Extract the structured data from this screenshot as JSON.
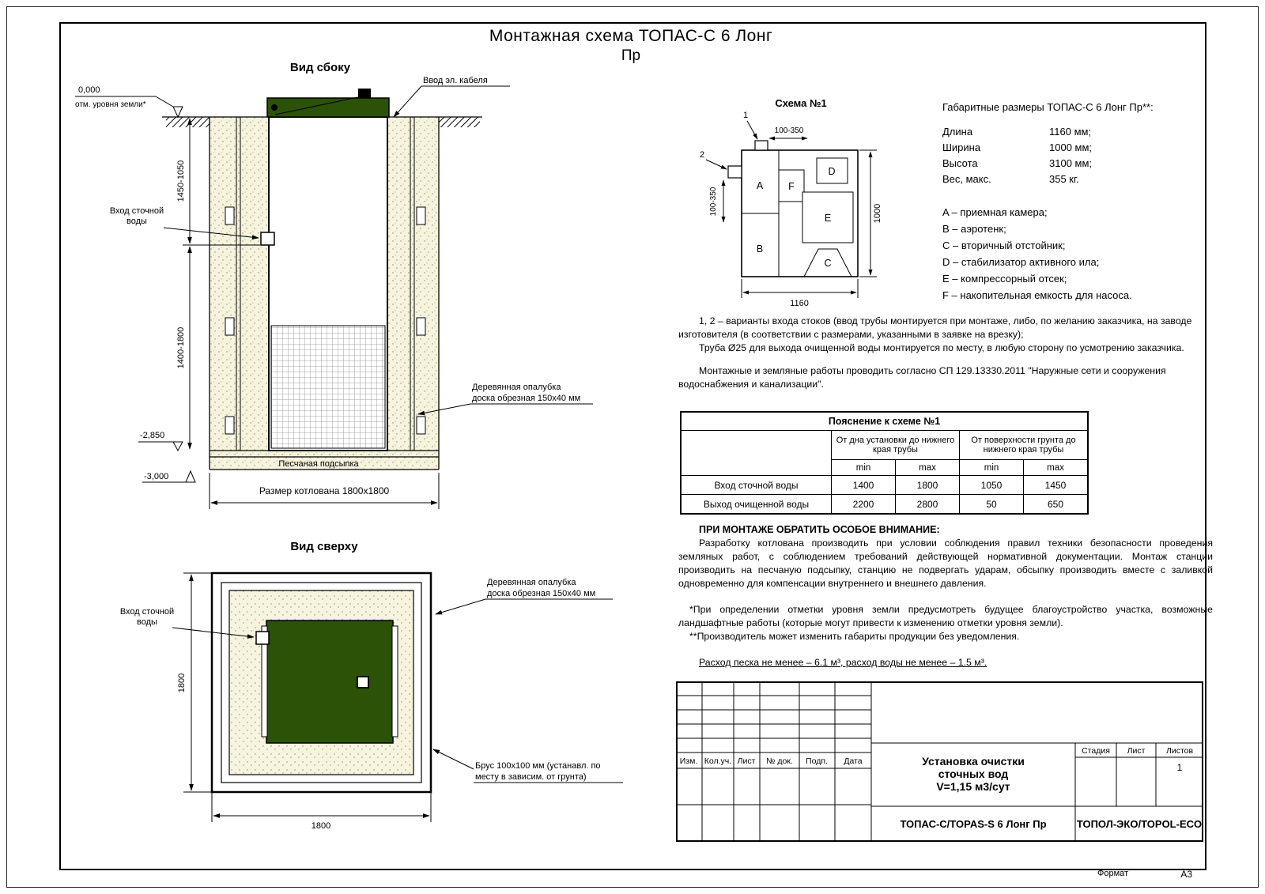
{
  "colors": {
    "lid_green": "#2b5206",
    "sand_fill": "#f6f3de"
  },
  "title": {
    "line1": "Монтажная схема ТОПАС-С 6 Лонг",
    "line2": "Пр"
  },
  "side_view": {
    "title": "Вид сбоку",
    "labels": {
      "cable": "Ввод эл. кабеля",
      "elev0": "0,000",
      "elev0_note": "отм. уровня земли*",
      "dim_upper": "1450-1050",
      "dim_lower": "1400-1800",
      "inlet1": "Вход сточной",
      "inlet2": "воды",
      "formwork1": "Деревянная опалубка",
      "formwork2": "доска обрезная 150х40 мм",
      "sand": "Песчаная подсыпка",
      "elev285": "-2,850",
      "elev300": "-3,000",
      "pit": "Размер котлована 1800х1800"
    }
  },
  "top_view": {
    "title": "Вид сверху",
    "labels": {
      "inlet1": "Вход сточной",
      "inlet2": "воды",
      "formwork1": "Деревянная опалубка",
      "formwork2": "доска обрезная 150х40 мм",
      "beam1": "Брус 100х100 мм (устанавл. по",
      "beam2": "месту в зависим. от грунта)",
      "dim_left": "1800",
      "dim_bottom": "1800"
    }
  },
  "schema1": {
    "title": "Схема №1",
    "n1": "1",
    "n2": "2",
    "dim_top": "100-350",
    "dim_left": "100-350",
    "dim_bottom": "1160",
    "dim_right": "1000",
    "A": "A",
    "B": "B",
    "C": "C",
    "D": "D",
    "E": "E",
    "F": "F"
  },
  "dimensions": {
    "heading": "Габаритные размеры ТОПАС-С 6 Лонг Пр**:",
    "rows": [
      {
        "label": "Длина",
        "value": "1160 мм;"
      },
      {
        "label": "Ширина",
        "value": "1000 мм;"
      },
      {
        "label": "Высота",
        "value": "3100 мм;"
      },
      {
        "label": "Вес, макс.",
        "value": "355 кг."
      }
    ]
  },
  "legend": [
    "A – приемная камера;",
    "B – аэротенк;",
    "C – вторичный отстойник;",
    "D – стабилизатор активного ила;",
    "E – компрессорный отсек;",
    "F – накопительная емкость для насоса."
  ],
  "notes": {
    "note1": "1, 2 – варианты входа стоков (ввод трубы монтируется при монтаже, либо, по желанию заказчика, на заводе изготовителя (в соответствии с размерами, указанными в заявке на врезку);",
    "note2": "Труба Ø25 для выхода очищенной воды монтируется по месту, в любую сторону по усмотрению заказчика.",
    "note3": "Монтажные и земляные работы проводить согласно СП 129.13330.2011 \"Наружные сети и сооружения водоснабжения и канализации\"."
  },
  "table": {
    "title": "Пояснение к схеме №1",
    "group1": "От дна установки до нижнего края трубы",
    "group2": "От поверхности грунта до нижнего края трубы",
    "min": "min",
    "max": "max",
    "rows": [
      {
        "label": "Вход сточной воды",
        "v1": "1400",
        "v2": "1800",
        "v3": "1050",
        "v4": "1450"
      },
      {
        "label": "Выход очищенной воды",
        "v1": "2200",
        "v2": "2800",
        "v3": "50",
        "v4": "650"
      }
    ]
  },
  "attention": {
    "heading": "ПРИ МОНТАЖЕ ОБРАТИТЬ ОСОБОЕ ВНИМАНИЕ:",
    "body": "Разработку котлована производить при условии соблюдения правил техники безопасности проведения земляных работ, с соблюдением требований действующей нормативной документации. Монтаж станции производить на песчаную подсыпку, станцию не подвергать ударам, обсыпку производить вместе с заливкой одновременно для компенсации внутреннего и внешнего давления.",
    "footnote1": "*При определении отметки уровня земли предусмотреть будущее благоустройство участка, возможные ландшафтные работы (которые могут привести к изменению отметки уровня земли).",
    "footnote2": "**Производитель может изменить габариты продукции без уведомления.",
    "consumption": "Расход песка не менее – 6.1 м³, расход воды не менее – 1.5 м³."
  },
  "title_block": {
    "headers": [
      "Изм.",
      "Кол.уч.",
      "Лист",
      "№ док.",
      "Подп.",
      "Дата"
    ],
    "project1": "Установка очистки",
    "project2": "сточных вод",
    "project3": "V=1,15 м3/сут",
    "stage_label": "Стадия",
    "sheet_label": "Лист",
    "sheets_label": "Листов",
    "sheets_value": "1",
    "model": "ТОПАС-С/TOPAS-S 6 Лонг Пр",
    "company": "ТОПОЛ-ЭКО/TOPOL-ECO"
  },
  "format": {
    "label": "Формат",
    "value": "А3"
  }
}
